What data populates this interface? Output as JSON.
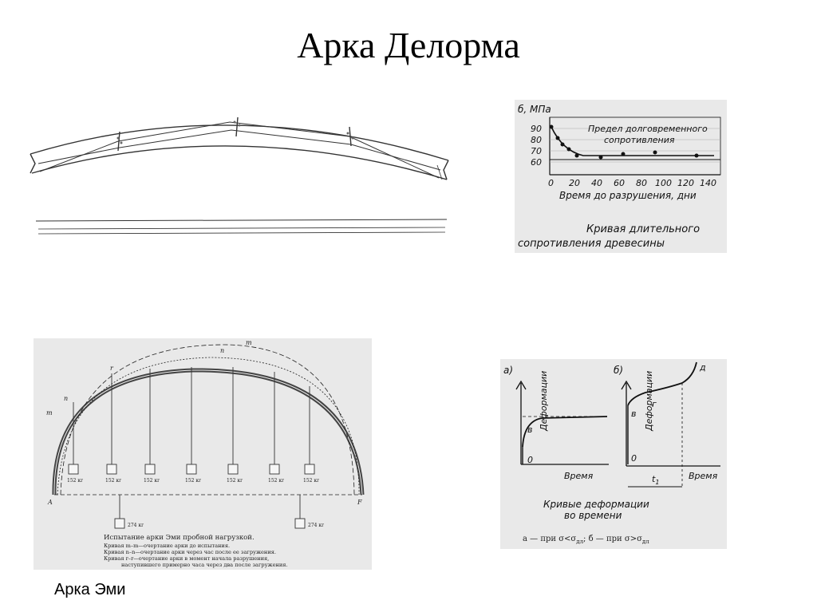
{
  "slide": {
    "title": "Арка Делорма",
    "bottom_caption": "Арка Эми"
  },
  "fig_delorme": {
    "description": ""
  },
  "fig_strength": {
    "y_axis_label": "б, МПа",
    "y_ticks": [
      "90",
      "80",
      "70",
      "60"
    ],
    "x_ticks": [
      "0",
      "20",
      "40",
      "60",
      "80",
      "100",
      "120",
      "140"
    ],
    "x_axis_label": "Время до разрушения, дни",
    "annotation_line1": "Предел долговременного",
    "annotation_line2": "сопротивления",
    "caption_line1": "Кривая длительного",
    "caption_line2": "сопротивления древесины"
  },
  "fig_emy": {
    "loads": [
      "152 кг",
      "152 кг",
      "152 кг",
      "152 кг",
      "152 кг",
      "152 кг",
      "152 кг"
    ],
    "bottom_loads": [
      "274 кг",
      "274 кг"
    ],
    "point_a": "A",
    "point_f": "F",
    "curve_labels": [
      "m",
      "n",
      "r",
      "n",
      "m"
    ],
    "caption_title": "Испытание арки Эми пробной нагрузкой.",
    "legend_1": "Кривая m–m—очертание арки до испытания.",
    "legend_2": "Кривая n–n—очертание арки через час после ее загружения.",
    "legend_3": "Кривая r–r—очертание арки в момент начала разрушения,",
    "legend_4": "наступившего примерно часа через два после загружения."
  },
  "fig_deform": {
    "panel_a": "а)",
    "panel_b": "б)",
    "y_label": "Деформации",
    "x_label": "Время",
    "label_v": "в",
    "label_g": "г",
    "label_d": "д",
    "label_0": "0",
    "label_t1": "t",
    "label_t1_sub": "1",
    "caption_line1": "Кривые деформации",
    "caption_line2": "во времени",
    "legend_a": "а — при σ<σ",
    "legend_sub1": "дл",
    "legend_sep": "; б — при σ>σ",
    "legend_sub2": "дл"
  }
}
